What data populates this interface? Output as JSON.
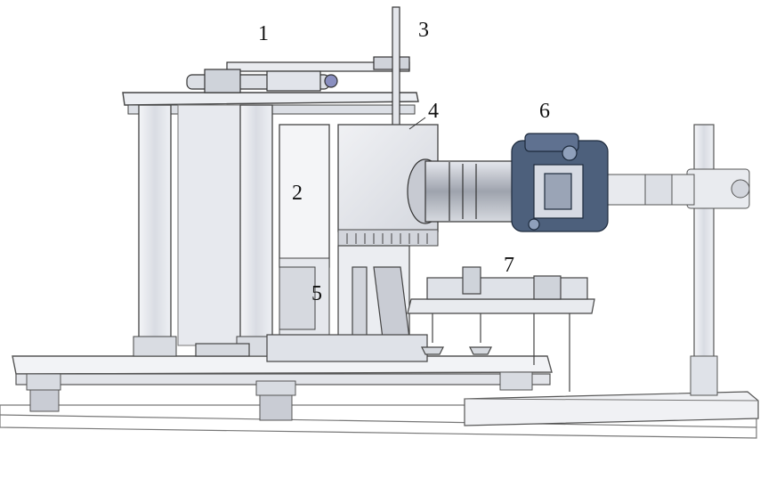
{
  "figure": {
    "callouts": [
      "1",
      "2",
      "3",
      "4",
      "5",
      "6",
      "7"
    ]
  }
}
